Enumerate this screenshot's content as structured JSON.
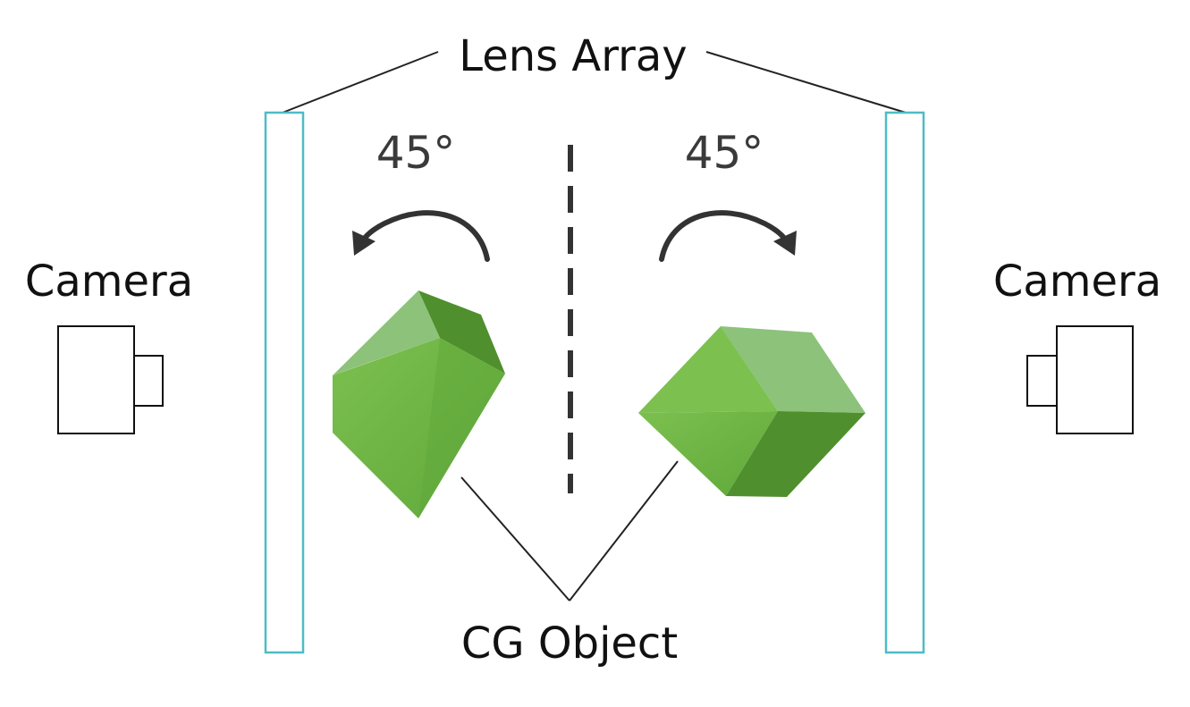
{
  "labels": {
    "lens_array": "Lens Array",
    "camera_left": "Camera",
    "camera_right": "Camera",
    "angle_left": "45°",
    "angle_right": "45°",
    "cg_object": "CG Object"
  },
  "colors": {
    "lens": "#4dbcc6",
    "cube_top": "#8cc27a",
    "cube_front": "#6db33f",
    "cube_side": "#4f8f2d",
    "line": "#222222",
    "arrow": "#333333",
    "text": "#111111",
    "angle_text": "#3a3a3a"
  }
}
